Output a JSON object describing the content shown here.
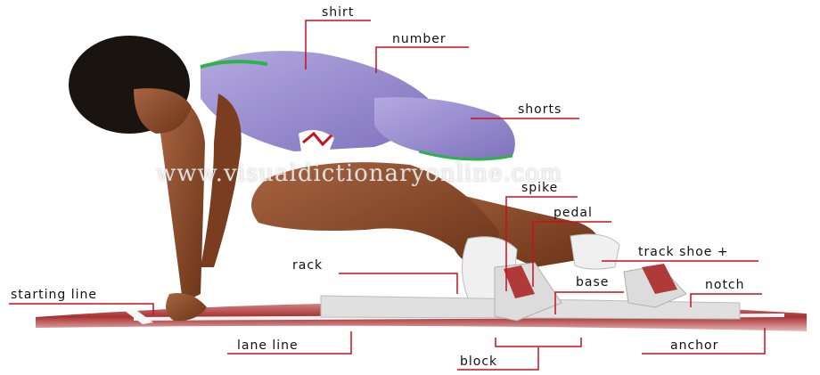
{
  "labels": {
    "shirt": "shirt",
    "number": "number",
    "shorts": "shorts",
    "spike": "spike",
    "pedal": "pedal",
    "track_shoe": "track shoe +",
    "rack": "rack",
    "base": "base",
    "notch": "notch",
    "starting_line": "starting line",
    "lane_line": "lane line",
    "anchor": "anchor",
    "block": "block"
  },
  "watermark": "www.visualdictionaryonline.com",
  "colors": {
    "leader_line": "#c8101e",
    "shirt": "#9b8fd0",
    "trim": "#2db34a",
    "skin": "#8a4a2a",
    "track": "#b03a3a",
    "block": "#e2e2e2"
  }
}
